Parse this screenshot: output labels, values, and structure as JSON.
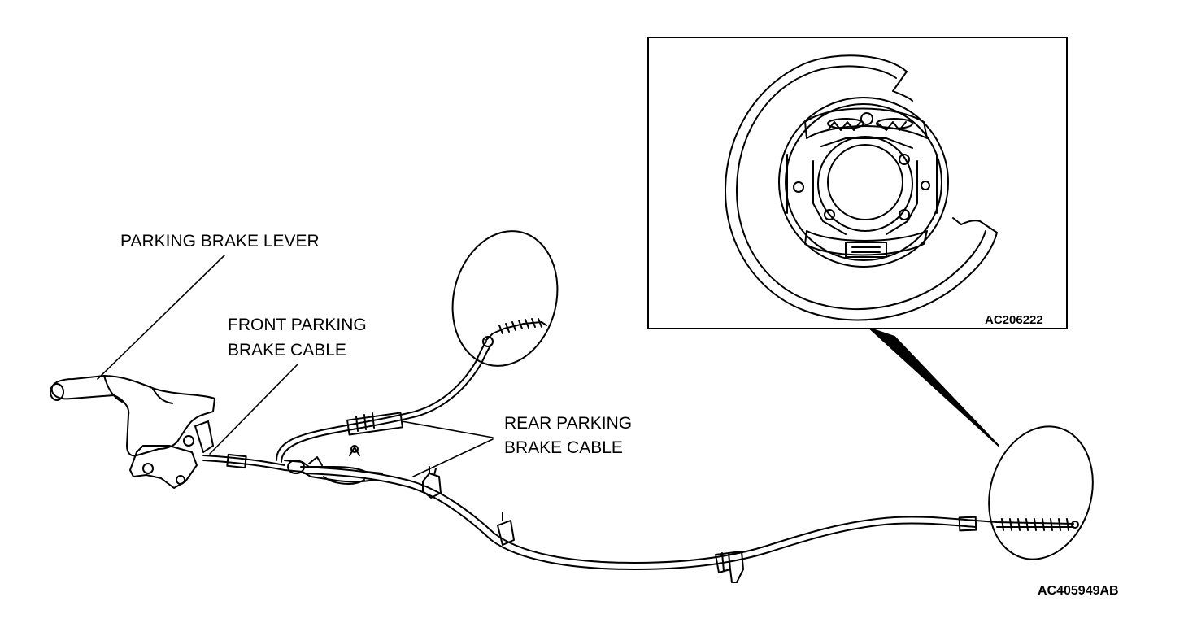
{
  "labels": {
    "parking_brake_lever": "PARKING BRAKE LEVER",
    "front_cable_line1": "FRONT PARKING",
    "front_cable_line2": "BRAKE CABLE",
    "rear_cable_line1": "REAR PARKING",
    "rear_cable_line2": "BRAKE CABLE"
  },
  "inset": {
    "code": "AC206222"
  },
  "figure_code": "AC405949AB"
}
